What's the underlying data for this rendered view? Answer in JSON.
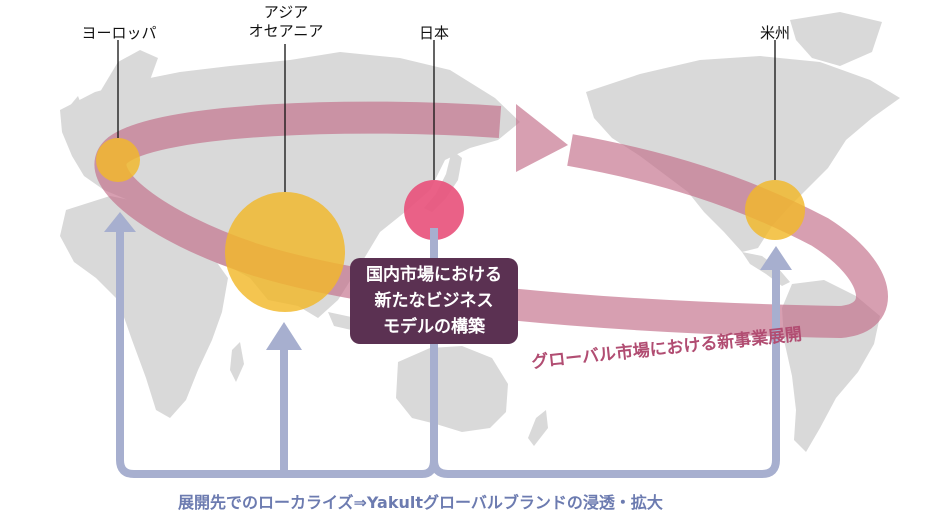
{
  "regions": {
    "europe": "ヨーロッパ",
    "asia_oceania": "アジア\nオセアニア",
    "japan": "日本",
    "americas": "米州"
  },
  "center_box": "国内市場における\n新たなビジネス\nモデルの構築",
  "arc_label": "グローバル市場における新事業展開",
  "bottom_caption": "展開先でのローカライズ⇒Yakultグローバルブランドの浸透・拡大",
  "colors": {
    "map": "#d9d9d9",
    "ellipse_arrow": "#c26b87",
    "region_circle": "#f2b829",
    "japan_circle": "#e8507a",
    "center_box": "#5b3152",
    "bracket": "#a7afcf",
    "caption": "#6c7bb0"
  }
}
